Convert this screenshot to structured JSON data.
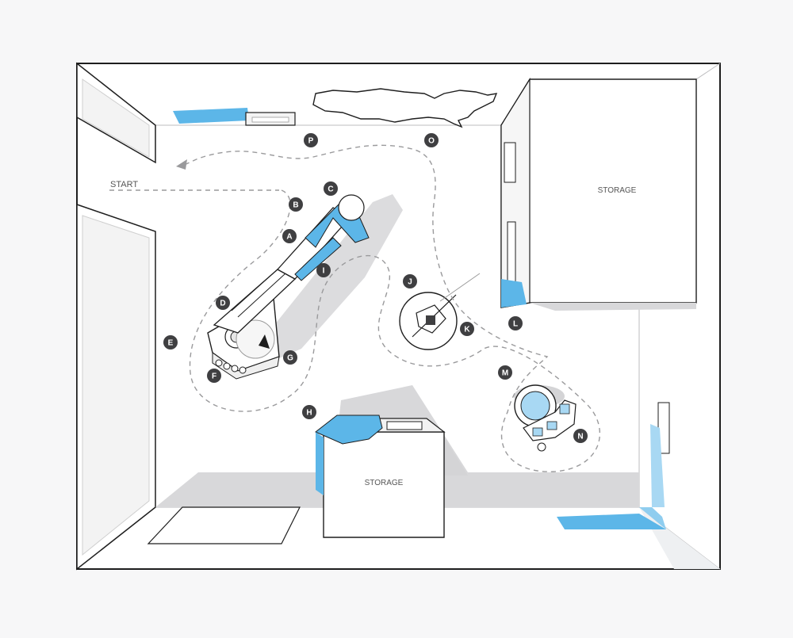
{
  "diagram": {
    "start_label": "START",
    "storage_labels": [
      "STORAGE",
      "STORAGE"
    ],
    "markers": [
      "A",
      "B",
      "C",
      "D",
      "E",
      "F",
      "G",
      "H",
      "I",
      "J",
      "K",
      "L",
      "M",
      "N",
      "O",
      "P"
    ]
  },
  "colors": {
    "background": "#f7f7f8",
    "floor": "#ffffff",
    "wall_line": "#1e1e1e",
    "shadow": "#cfcfd1",
    "accent_blue": "#5cb6e8",
    "accent_blue_light": "#a8d8f3",
    "marker_fill": "#3f3f41",
    "marker_text": "#ffffff",
    "path_dash": "#9a9a9c",
    "storage_text": "#555555"
  }
}
